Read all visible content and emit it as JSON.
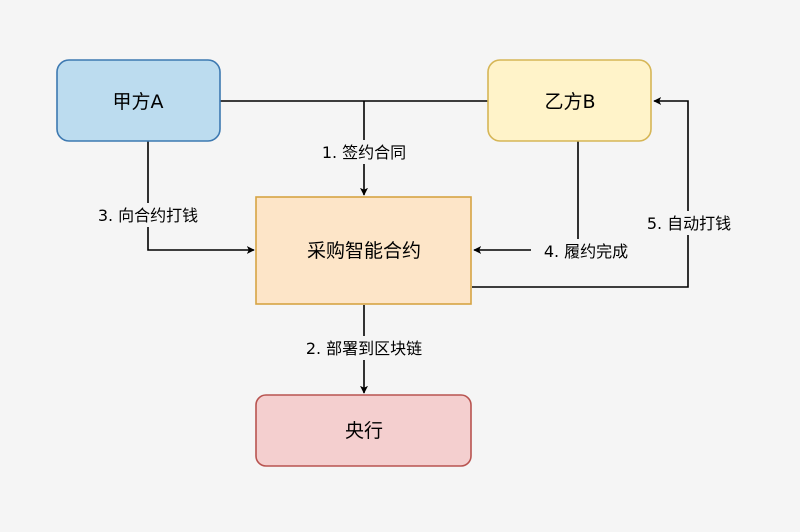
{
  "nodes": {
    "party_a": {
      "label": "甲方A",
      "fill": "#bcdcef",
      "stroke": "#3d79b1"
    },
    "party_b": {
      "label": "乙方B",
      "fill": "#fff3c9",
      "stroke": "#d6b656"
    },
    "contract": {
      "label": "采购智能合约",
      "fill": "#fde5c8",
      "stroke": "#d6a444"
    },
    "central_bank": {
      "label": "央行",
      "fill": "#f4cfcf",
      "stroke": "#b85450"
    }
  },
  "edges": {
    "sign": {
      "label": "1. 签约合同"
    },
    "deploy": {
      "label": "2. 部署到区块链"
    },
    "pay_contract": {
      "label": "3. 向合约打钱"
    },
    "fulfill": {
      "label": "4. 履约完成"
    },
    "auto_pay": {
      "label": "5. 自动打钱"
    }
  }
}
